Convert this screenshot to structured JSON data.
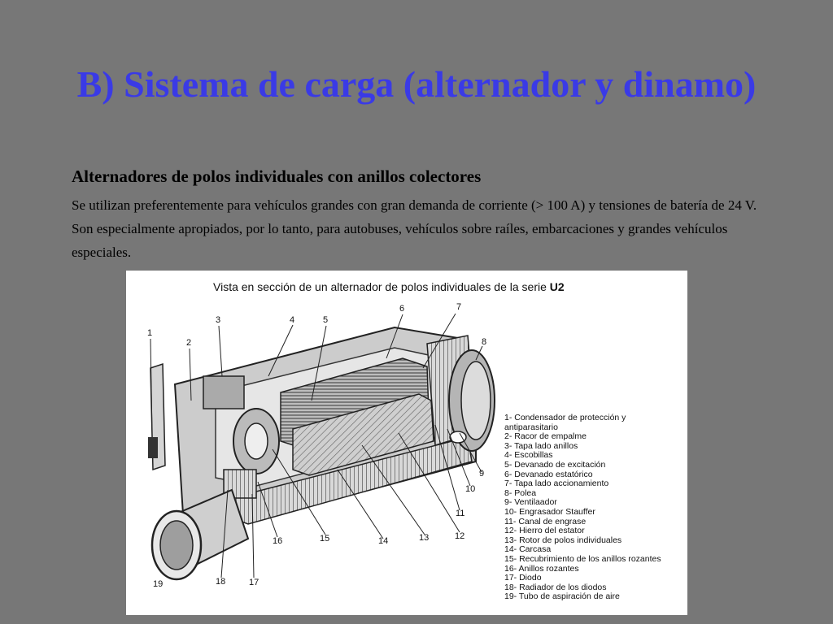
{
  "slide": {
    "title": "B) Sistema de carga (alternador y dinamo)",
    "subtitle": "Alternadores de polos individuales con anillos colectores",
    "body": "Se utilizan preferentemente para vehículos grandes con gran demanda de corriente (> 100 A) y tensiones de batería de 24 V. Son especialmente apropiados, por lo tanto, para autobuses, vehículos sobre raíles, embarcaciones y grandes vehículos especiales."
  },
  "figure": {
    "title": "Vista en sección de un alternador de polos individuales de la serie",
    "title_series": "U2",
    "callouts": [
      "1",
      "2",
      "3",
      "4",
      "5",
      "6",
      "7",
      "8",
      "9",
      "10",
      "11",
      "12",
      "13",
      "14",
      "15",
      "16",
      "17",
      "18",
      "19"
    ],
    "legend": [
      "1- Condensador de protección y",
      "antiparasitario",
      "2- Racor de empalme",
      "3- Tapa lado anillos",
      "4- Escobillas",
      "5- Devanado de excitación",
      "6- Devanado estatórico",
      "7- Tapa lado accionamiento",
      "8- Polea",
      "9- Ventilaador",
      "10- Engrasador Stauffer",
      "11- Canal de engrase",
      "12- Hierro del estator",
      "13- Rotor de  polos individuales",
      "14- Carcasa",
      "15- Recubrimiento de los anillos rozantes",
      "16- Anillos rozantes",
      "17- Diodo",
      "18- Radiador de los diodos",
      "19- Tubo de aspiración de aire"
    ]
  }
}
